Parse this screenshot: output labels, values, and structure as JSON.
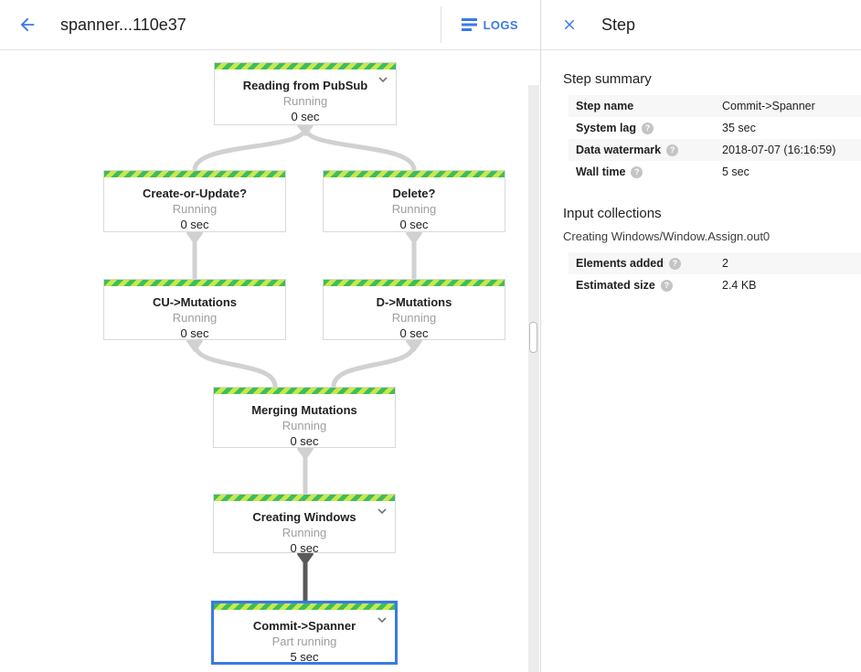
{
  "header": {
    "title": "spanner...110e37",
    "logs_label": "LOGS"
  },
  "panel": {
    "title": "Step",
    "summary": {
      "heading": "Step summary",
      "rows": [
        {
          "label": "Step name",
          "value": "Commit->Spanner"
        },
        {
          "label": "System lag",
          "value": "35 sec"
        },
        {
          "label": "Data watermark",
          "value": "2018-07-07 (16:16:59)"
        },
        {
          "label": "Wall time",
          "value": "5 sec"
        }
      ]
    },
    "input_collections": {
      "heading": "Input collections",
      "collection": "Creating Windows/Window.Assign.out0",
      "rows": [
        {
          "label": "Elements added",
          "value": "2"
        },
        {
          "label": "Estimated size",
          "value": "2.4 KB"
        }
      ]
    }
  },
  "graph": {
    "nodes": [
      {
        "title": "Reading from PubSub",
        "status": "Running",
        "time": "0 sec"
      },
      {
        "title": "Create-or-Update?",
        "status": "Running",
        "time": "0 sec"
      },
      {
        "title": "Delete?",
        "status": "Running",
        "time": "0 sec"
      },
      {
        "title": "CU->Mutations",
        "status": "Running",
        "time": "0 sec"
      },
      {
        "title": "D->Mutations",
        "status": "Running",
        "time": "0 sec"
      },
      {
        "title": "Merging Mutations",
        "status": "Running",
        "time": "0 sec"
      },
      {
        "title": "Creating Windows",
        "status": "Running",
        "time": "0 sec"
      },
      {
        "title": "Commit->Spanner",
        "status": "Part running",
        "time": "5 sec"
      }
    ]
  },
  "glyphs": {
    "help": "?"
  },
  "colors": {
    "accent_blue": "#3b78e7",
    "stripe_green": "#3fbc5c",
    "stripe_lime": "#c6e94d",
    "edge_light": "#d1d1d1",
    "edge_dark": "#5a5a5a",
    "selected_border": "#3b78e7"
  }
}
